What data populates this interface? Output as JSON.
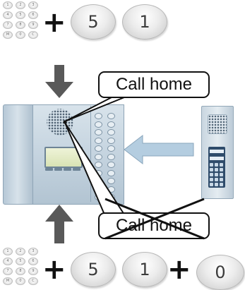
{
  "top_row": {
    "keypad_keys": [
      "1",
      "2",
      "3",
      "4",
      "5",
      "6",
      "7",
      "8",
      "9",
      "M",
      "0",
      "C"
    ],
    "keys": [
      "5",
      "1"
    ]
  },
  "bottom_row": {
    "keypad_keys": [
      "1",
      "2",
      "3",
      "4",
      "5",
      "6",
      "7",
      "8",
      "9",
      "M",
      "0",
      "C"
    ],
    "keys": [
      "5",
      "1",
      "0"
    ]
  },
  "callout_top": {
    "text": "Call home"
  },
  "callout_bottom": {
    "text": "Call home",
    "crossed_out": true
  },
  "colors": {
    "arrow_dark": "#595959",
    "arrow_light": "#b4cde0",
    "device": "#c3d2de",
    "door_keypad": "#2f4c6b"
  }
}
